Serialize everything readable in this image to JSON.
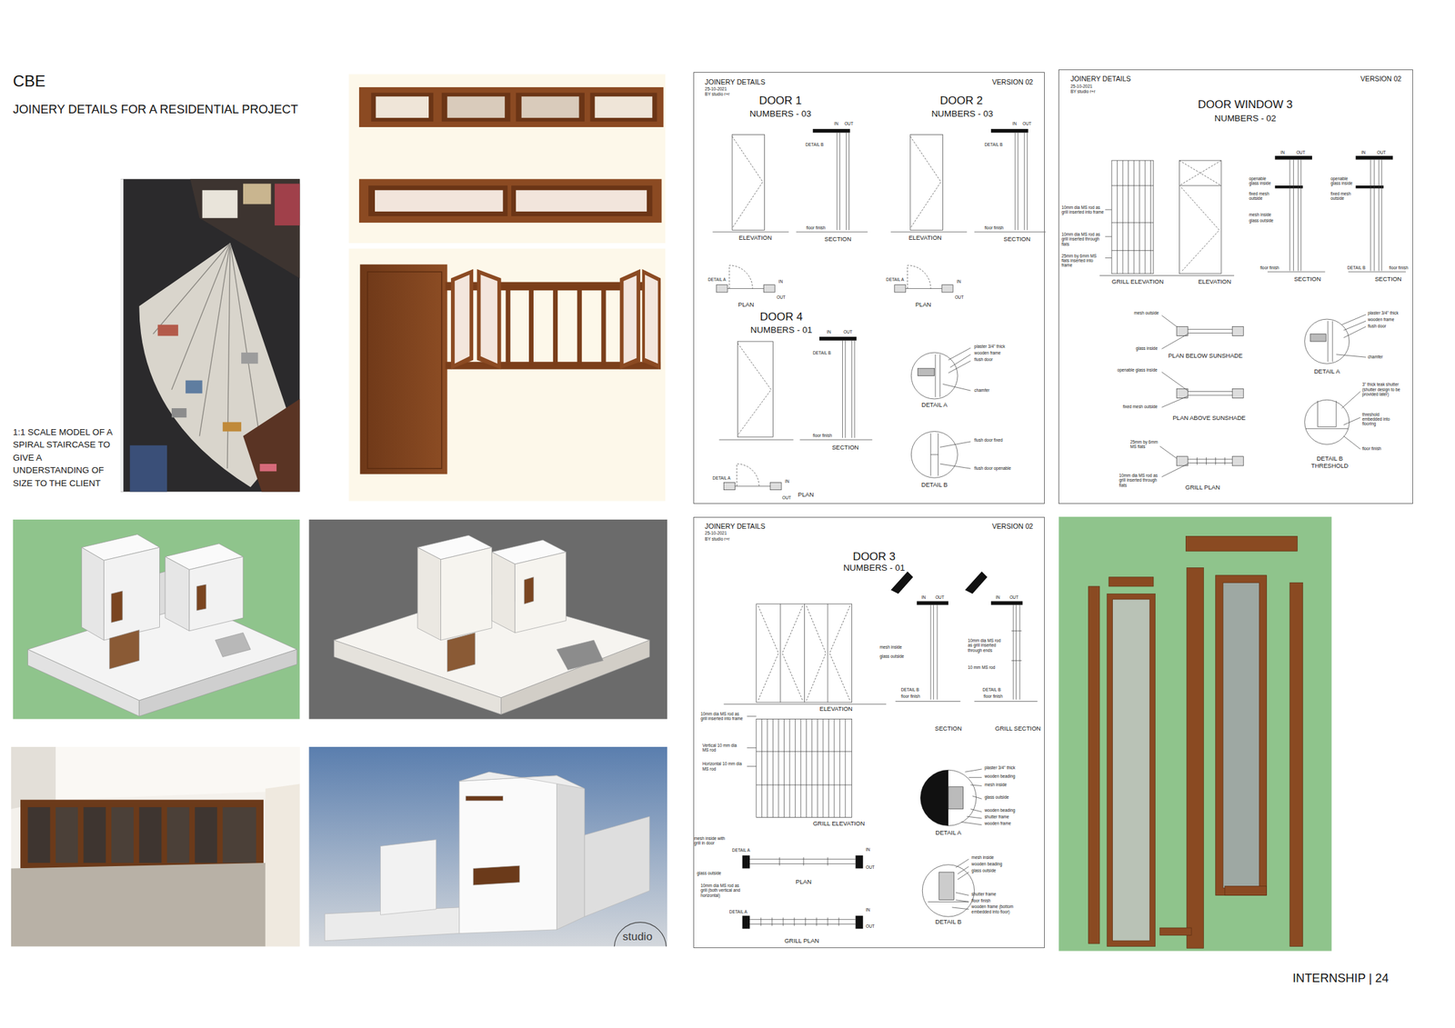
{
  "diagram": {
    "title": "CBE",
    "nodes": [
      {
        "text": [
          "JOINERY DETAILS",
          "VERSION 02",
          "25-10-2021",
          "BY studio r+r"
        ]
      },
      {
        "text": [
          "JOINERY DETAILS",
          "VERSION 02",
          "25-10-2021",
          "BY studio r+r"
        ]
      },
      {
        "text": [
          "JOINERY DETAILS",
          "VERSION 02",
          "25-10-2021",
          "BY studio r+r"
        ]
      }
    ],
    "labels": [
      "JOINERY DETAILS FOR A RESIDENTIAL PROJECT",
      "1:1 SCALE MODEL OF A SPIRAL STAIRCASE TO GIVE A UNDERSTANDING OF SIZE TO THE CLIENT",
      "DOOR 1",
      "NUMBERS - 03",
      "DOOR 2",
      "NUMBERS - 03",
      "DOOR 4",
      "NUMBERS - 01",
      "ELEVATION",
      "SECTION",
      "PLAN",
      "ELEVATION",
      "SECTION",
      "PLAN",
      "SECTION",
      "PLAN",
      "DETAIL A",
      "DETAIL B",
      "IN",
      "OUT",
      "IN",
      "OUT",
      "IN",
      "OUT",
      "floor finish",
      "floor finish",
      "floor finish",
      "DETAIL B",
      "DETAIL B",
      "DETAIL B",
      "DETAIL A",
      "DETAIL A",
      "DETAIL A",
      "IN",
      "OUT",
      "IN",
      "OUT",
      "IN",
      "OUT",
      "plaster 3/4\" thick",
      "wooden frame",
      "flush door",
      "chamfer",
      "flush door fixed",
      "flush door openable",
      "DOOR WINDOW 3",
      "NUMBERS - 02",
      "GRILL ELEVATION",
      "ELEVATION",
      "SECTION",
      "SECTION",
      "PLAN BELOW SUNSHADE",
      "PLAN ABOVE SUNSHADE",
      "GRILL PLAN",
      "DETAIL A",
      "DETAIL B THRESHOLD",
      "10mm dia MS rod as grill inserted into frame",
      "10mm dia MS rod as grill inserted through flats",
      "25mm by 6mm MS flats inserted into frame",
      "openable glass inside",
      "fixed mesh outside",
      "mesh inside",
      "glass outside",
      "openable glass inside",
      "fixed mesh outside",
      "floor finish",
      "floor finish",
      "DETAIL B",
      "IN",
      "OUT",
      "IN",
      "OUT",
      "mesh outside",
      "glass inside",
      "openable glass inside",
      "fixed mesh outside",
      "25mm by 6mm MS flats",
      "10mm dia MS rod as grill inserted through flats",
      "plaster 3/4\" thick",
      "wooden frame",
      "flush door",
      "chamfer",
      "3\" thick teak shutter (shutter design to be provided later)",
      "threshold embedded into flooring",
      "floor finish",
      "DOOR 3",
      "NUMBERS - 01",
      "ELEVATION",
      "SECTION",
      "GRILL SECTION",
      "GRILL ELEVATION",
      "PLAN",
      "GRILL PLAN",
      "DETAIL A",
      "DETAIL B",
      "IN",
      "OUT",
      "IN",
      "OUT",
      "mesh inside",
      "glass outside",
      "10mm dia MS rod as grill inserted through ends",
      "10 mm MS rod",
      "floor finish",
      "floor finish",
      "DETAIL B",
      "DETAIL B",
      "10mm dia MS rod as grill inserted into frame",
      "Vertical 10 mm dia MS rod",
      "Horizontal 10 mm dia MS rod",
      "mesh inside with grill in door",
      "DETAIL A",
      "glass outside",
      "IN",
      "OUT",
      "10mm dia MS rod as grill (both vertical and horizontal)",
      "DETAIL A",
      "IN",
      "OUT",
      "plaster 3/4\" thick",
      "wooden beading",
      "mesh inside",
      "glass outside",
      "wooden beading",
      "shutter frame",
      "wooden frame",
      "mesh inside",
      "wooden beading",
      "glass outside",
      "shutter frame",
      "floor finish",
      "wooden frame (bottom embedded into floor)",
      "studio",
      "INTERNSHIP | 24"
    ]
  }
}
